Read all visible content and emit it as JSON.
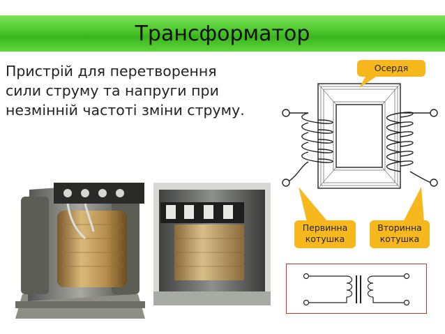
{
  "slide": {
    "title": "Трансформатор",
    "description": "Пристрій для перетворення сили струму та напруги при незмінній частоті зміни струму."
  },
  "callouts": {
    "core": "Осердя",
    "primary": "Первинна котушка",
    "secondary": "Вторинна котушка"
  },
  "colors": {
    "title_bar": "#4fc92e",
    "callout": "#f6b81c",
    "schematic_border": "#c0392b"
  }
}
